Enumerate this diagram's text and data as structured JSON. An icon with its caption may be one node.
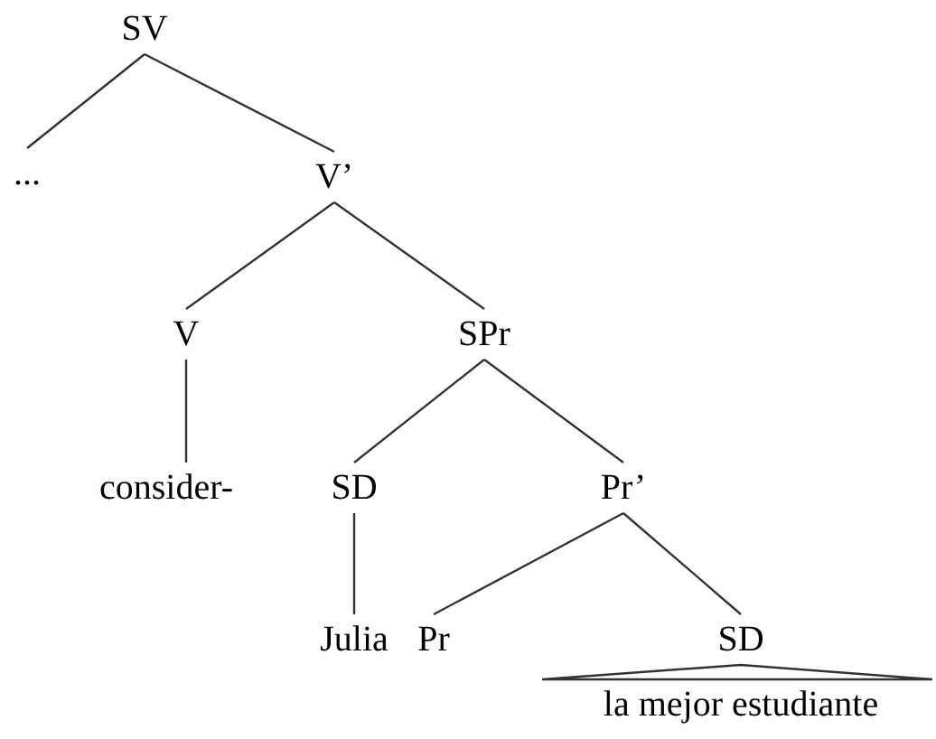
{
  "diagram": {
    "nodes": [
      {
        "text": [
          "SV"
        ]
      },
      {
        "text": [
          "..."
        ]
      },
      {
        "text": [
          "V’"
        ]
      },
      {
        "text": [
          "V"
        ]
      },
      {
        "text": [
          "SPr"
        ]
      },
      {
        "text": [
          "consider-"
        ]
      },
      {
        "text": [
          "SD"
        ]
      },
      {
        "text": [
          "Pr’"
        ]
      },
      {
        "text": [
          "Julia"
        ]
      },
      {
        "text": [
          "Pr"
        ]
      },
      {
        "text": [
          "SD"
        ]
      },
      {
        "text": [
          "la mejor estudiante"
        ]
      }
    ],
    "edges": [
      {
        "from": 0,
        "to": 1,
        "arrow": "none"
      },
      {
        "from": 0,
        "to": 2,
        "arrow": "none"
      },
      {
        "from": 2,
        "to": 3,
        "arrow": "none"
      },
      {
        "from": 2,
        "to": 4,
        "arrow": "none"
      },
      {
        "from": 3,
        "to": 5,
        "arrow": "none"
      },
      {
        "from": 4,
        "to": 6,
        "arrow": "none"
      },
      {
        "from": 4,
        "to": 7,
        "arrow": "none"
      },
      {
        "from": 6,
        "to": 8,
        "arrow": "none"
      },
      {
        "from": 7,
        "to": 9,
        "arrow": "none"
      },
      {
        "from": 7,
        "to": 10,
        "arrow": "none"
      },
      {
        "from": 10,
        "to": 11,
        "arrow": "none"
      }
    ]
  }
}
